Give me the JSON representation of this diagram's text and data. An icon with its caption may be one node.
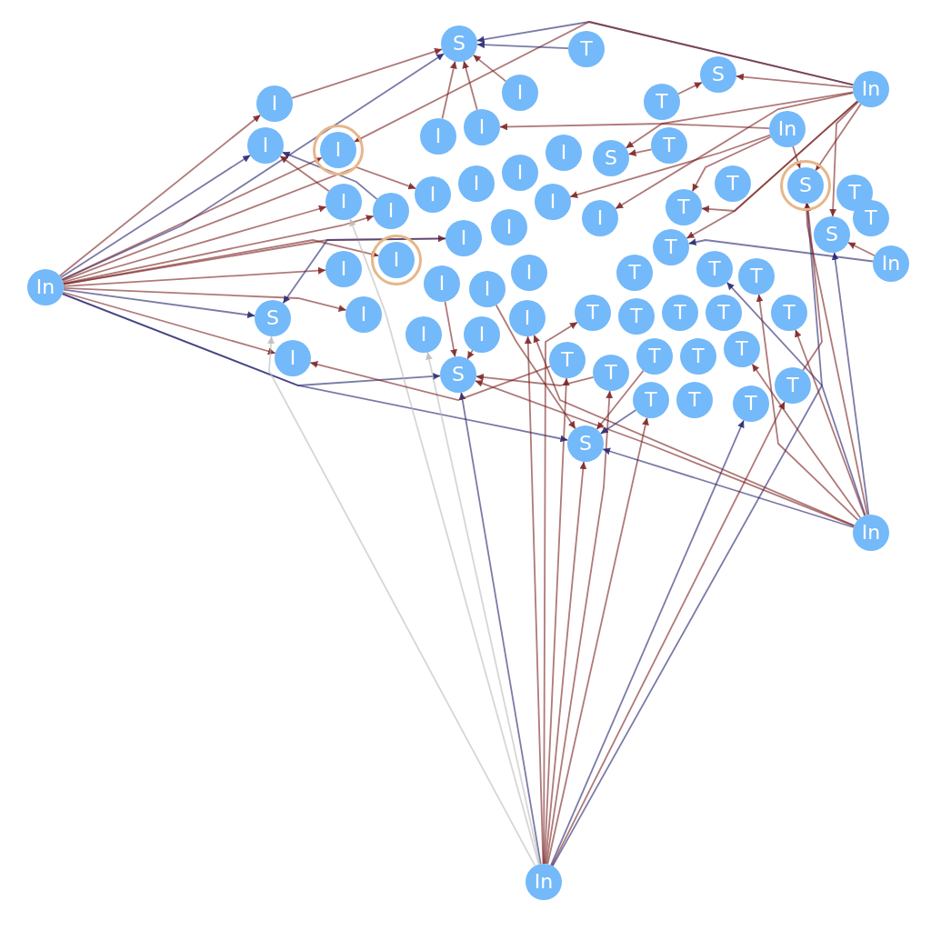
{
  "diagram": {
    "nodes": [
      {
        "text": [
          "In"
        ]
      },
      {
        "text": [
          "In"
        ]
      },
      {
        "text": [
          "In"
        ]
      },
      {
        "text": [
          "In"
        ]
      },
      {
        "text": [
          "In"
        ]
      },
      {
        "text": [
          "In"
        ]
      },
      {
        "text": [
          "S"
        ]
      },
      {
        "text": [
          "S"
        ]
      },
      {
        "text": [
          "S"
        ]
      },
      {
        "text": [
          "S"
        ]
      },
      {
        "text": [
          "S"
        ]
      },
      {
        "text": [
          "S"
        ]
      },
      {
        "text": [
          "S"
        ]
      },
      {
        "text": [
          "S"
        ]
      },
      {
        "text": [
          "I"
        ]
      },
      {
        "text": [
          "I"
        ]
      },
      {
        "text": [
          "I"
        ]
      },
      {
        "text": [
          "I"
        ]
      },
      {
        "text": [
          "I"
        ]
      },
      {
        "text": [
          "I"
        ]
      },
      {
        "text": [
          "I"
        ]
      },
      {
        "text": [
          "I"
        ]
      },
      {
        "text": [
          "I"
        ]
      },
      {
        "text": [
          "I"
        ]
      },
      {
        "text": [
          "I"
        ]
      },
      {
        "text": [
          "I"
        ]
      },
      {
        "text": [
          "I"
        ]
      },
      {
        "text": [
          "I"
        ]
      },
      {
        "text": [
          "I"
        ]
      },
      {
        "text": [
          "I"
        ]
      },
      {
        "text": [
          "I"
        ]
      },
      {
        "text": [
          "I"
        ]
      },
      {
        "text": [
          "I"
        ]
      },
      {
        "text": [
          "I"
        ]
      },
      {
        "text": [
          "I"
        ]
      },
      {
        "text": [
          "I"
        ]
      },
      {
        "text": [
          "I"
        ]
      },
      {
        "text": [
          "I"
        ]
      },
      {
        "text": [
          "I"
        ]
      },
      {
        "text": [
          "I"
        ]
      },
      {
        "text": [
          "T"
        ]
      },
      {
        "text": [
          "T"
        ]
      },
      {
        "text": [
          "T"
        ]
      },
      {
        "text": [
          "T"
        ]
      },
      {
        "text": [
          "T"
        ]
      },
      {
        "text": [
          "T"
        ]
      },
      {
        "text": [
          "T"
        ]
      },
      {
        "text": [
          "T"
        ]
      },
      {
        "text": [
          "T"
        ]
      },
      {
        "text": [
          "T"
        ]
      },
      {
        "text": [
          "T"
        ]
      },
      {
        "text": [
          "T"
        ]
      },
      {
        "text": [
          "T"
        ]
      },
      {
        "text": [
          "T"
        ]
      },
      {
        "text": [
          "T"
        ]
      },
      {
        "text": [
          "T"
        ]
      },
      {
        "text": [
          "T"
        ]
      },
      {
        "text": [
          "T"
        ]
      },
      {
        "text": [
          "T"
        ]
      },
      {
        "text": [
          "T"
        ]
      },
      {
        "text": [
          "T"
        ]
      },
      {
        "text": [
          "T"
        ]
      },
      {
        "text": [
          "T"
        ]
      },
      {
        "text": [
          "T"
        ]
      },
      {
        "text": [
          "T"
        ]
      }
    ],
    "edges": [
      {
        "from": 0,
        "to": 6,
        "arrow": "to",
        "color": "#23236e"
      },
      {
        "from": 0,
        "to": 14,
        "arrow": "to"
      },
      {
        "from": 0,
        "to": 15,
        "arrow": "to",
        "color": "#23236e"
      },
      {
        "from": 0,
        "to": 16,
        "arrow": "to"
      },
      {
        "from": 0,
        "to": 20,
        "arrow": "to"
      },
      {
        "from": 0,
        "to": 21,
        "arrow": "to"
      },
      {
        "from": 0,
        "to": 31,
        "arrow": "to"
      },
      {
        "from": 0,
        "to": 32,
        "arrow": "to"
      },
      {
        "from": 0,
        "to": 11,
        "arrow": "to",
        "color": "#23236e"
      },
      {
        "from": 0,
        "to": 12,
        "arrow": "to",
        "color": "#23236e"
      },
      {
        "from": 0,
        "to": 13,
        "arrow": "to",
        "color": "#23236e"
      },
      {
        "from": 0,
        "to": 39,
        "arrow": "to"
      },
      {
        "from": 0,
        "to": 30,
        "arrow": "to"
      },
      {
        "from": 0,
        "to": 28,
        "arrow": "to"
      },
      {
        "from": 0,
        "to": 22,
        "arrow": "to"
      },
      {
        "from": 3,
        "to": 12,
        "arrow": "to",
        "color": "#23236e"
      },
      {
        "from": 3,
        "to": 13,
        "arrow": "to"
      },
      {
        "from": 3,
        "to": 11,
        "arrow": "to",
        "color": "#bbbbbb"
      },
      {
        "from": 3,
        "to": 56,
        "arrow": "to"
      },
      {
        "from": 3,
        "to": 61,
        "arrow": "to"
      },
      {
        "from": 3,
        "to": 57,
        "arrow": "to"
      },
      {
        "from": 3,
        "to": 63,
        "arrow": "to",
        "color": "#23236e"
      },
      {
        "from": 3,
        "to": 64,
        "arrow": "to"
      },
      {
        "from": 3,
        "to": 51,
        "arrow": "to"
      },
      {
        "from": 3,
        "to": 36,
        "arrow": "to",
        "color": "#bbbbbb"
      },
      {
        "from": 3,
        "to": 38,
        "arrow": "to"
      },
      {
        "from": 3,
        "to": 9,
        "arrow": "to",
        "color": "#23236e"
      },
      {
        "from": 3,
        "to": 20,
        "arrow": "to",
        "color": "#bbbbbb"
      },
      {
        "from": 1,
        "to": 6,
        "arrow": "to",
        "color": "#23236e"
      },
      {
        "from": 1,
        "to": 7,
        "arrow": "to"
      },
      {
        "from": 1,
        "to": 16,
        "arrow": "to"
      },
      {
        "from": 1,
        "to": 19,
        "arrow": "to"
      },
      {
        "from": 1,
        "to": 27,
        "arrow": "to"
      },
      {
        "from": 1,
        "to": 44,
        "arrow": "to"
      },
      {
        "from": 1,
        "to": 47,
        "arrow": "to"
      },
      {
        "from": 1,
        "to": 9,
        "arrow": "to"
      },
      {
        "from": 1,
        "to": 10,
        "arrow": "to"
      },
      {
        "from": 2,
        "to": 10,
        "arrow": "to",
        "color": "#23236e"
      },
      {
        "from": 2,
        "to": 9,
        "arrow": "to"
      },
      {
        "from": 2,
        "to": 13,
        "arrow": "to",
        "color": "#23236e"
      },
      {
        "from": 2,
        "to": 49,
        "arrow": "to",
        "color": "#23236e"
      },
      {
        "from": 2,
        "to": 12,
        "arrow": "to"
      },
      {
        "from": 2,
        "to": 50,
        "arrow": "to"
      },
      {
        "from": 2,
        "to": 55,
        "arrow": "to"
      },
      {
        "from": 2,
        "to": 60,
        "arrow": "to"
      },
      {
        "from": 2,
        "to": 38,
        "arrow": "to"
      },
      {
        "from": 4,
        "to": 9,
        "arrow": "to"
      },
      {
        "from": 4,
        "to": 8,
        "arrow": "to"
      },
      {
        "from": 4,
        "to": 44,
        "arrow": "to"
      },
      {
        "from": 4,
        "to": 26,
        "arrow": "to"
      },
      {
        "from": 5,
        "to": 10,
        "arrow": "to"
      },
      {
        "from": 5,
        "to": 47,
        "arrow": "to",
        "color": "#23236e"
      },
      {
        "from": 40,
        "to": 6,
        "arrow": "to",
        "color": "#23236e"
      },
      {
        "from": 41,
        "to": 7,
        "arrow": "to"
      },
      {
        "from": 42,
        "to": 8,
        "arrow": "to"
      },
      {
        "from": 58,
        "to": 13,
        "arrow": "to"
      },
      {
        "from": 61,
        "to": 13,
        "arrow": "to",
        "color": "#23236e"
      },
      {
        "from": 57,
        "to": 12,
        "arrow": "to"
      },
      {
        "from": 56,
        "to": 39,
        "arrow": "to"
      },
      {
        "from": 64,
        "to": 9,
        "arrow": "to"
      },
      {
        "from": 17,
        "to": 6,
        "arrow": "to"
      },
      {
        "from": 14,
        "to": 6,
        "arrow": "to"
      },
      {
        "from": 19,
        "to": 6,
        "arrow": "to"
      },
      {
        "from": 18,
        "to": 6,
        "arrow": "to"
      },
      {
        "from": 33,
        "to": 12,
        "arrow": "to"
      },
      {
        "from": 37,
        "to": 12,
        "arrow": "to"
      },
      {
        "from": 28,
        "to": 11,
        "arrow": "to",
        "color": "#23236e"
      },
      {
        "from": 34,
        "to": 13,
        "arrow": "to"
      },
      {
        "from": 21,
        "to": 15,
        "arrow": "to",
        "color": "#23236e"
      },
      {
        "from": 20,
        "to": 15,
        "arrow": "to"
      }
    ]
  }
}
